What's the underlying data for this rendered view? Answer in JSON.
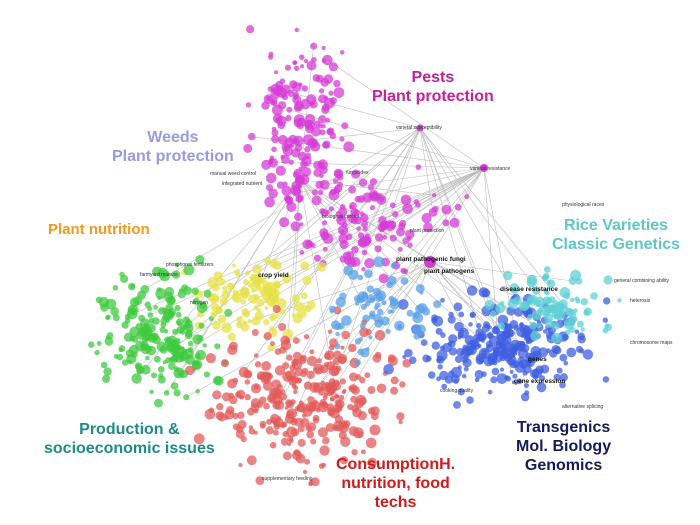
{
  "clusters": [
    {
      "id": "pests",
      "lines": [
        "Pests",
        "Plant protection"
      ],
      "color": "#c81f9c"
    },
    {
      "id": "weeds",
      "lines": [
        "Weeds",
        "Plant protection"
      ],
      "color": "#9a9ae0"
    },
    {
      "id": "nutrition",
      "lines": [
        "Plant nutrition"
      ],
      "color": "#f29a1a"
    },
    {
      "id": "rice",
      "lines": [
        "Rice Varieties",
        "Classic Genetics"
      ],
      "color": "#5fc7c7"
    },
    {
      "id": "production",
      "lines": [
        "Production &",
        "socioeconomic issues"
      ],
      "color": "#1e8a8a"
    },
    {
      "id": "consumption",
      "lines": [
        "ConsumptionH.",
        "nutrition, food",
        "techs"
      ],
      "color": "#d11a1a"
    },
    {
      "id": "transgenics",
      "lines": [
        "Transgenics",
        "Mol. Biology",
        "Genomics"
      ],
      "color": "#141a5e"
    }
  ],
  "node_colors": {
    "magenta": "#d63bd6",
    "yellow": "#e6e24a",
    "green": "#3fc93f",
    "red": "#e35a5a",
    "blue": "#3f5fe0",
    "cyan": "#5fd0d6",
    "lightblue": "#5aa0e6"
  },
  "terms": [
    {
      "text": "varietal susceptibility"
    },
    {
      "text": "varietal resistance"
    },
    {
      "text": "manual weed control"
    },
    {
      "text": "integrated nutrient"
    },
    {
      "text": "crop yield",
      "big": true
    },
    {
      "text": "phosphorus fertilizers"
    },
    {
      "text": "farmyard manure"
    },
    {
      "text": "plant pathogenic fungi",
      "big": true
    },
    {
      "text": "plant pathogens",
      "big": true
    },
    {
      "text": "disease resistance",
      "big": true
    },
    {
      "text": "gene expression",
      "big": true
    },
    {
      "text": "genes",
      "big": true
    },
    {
      "text": "general combining ability"
    },
    {
      "text": "alternative splicing"
    },
    {
      "text": "physiological races"
    },
    {
      "text": "chromosome maps"
    },
    {
      "text": "plant protection"
    },
    {
      "text": "biological control"
    },
    {
      "text": "fungicides"
    },
    {
      "text": "heterosis"
    },
    {
      "text": "nitrogen"
    },
    {
      "text": "cooking quality"
    },
    {
      "text": "supplementary feeding"
    }
  ]
}
